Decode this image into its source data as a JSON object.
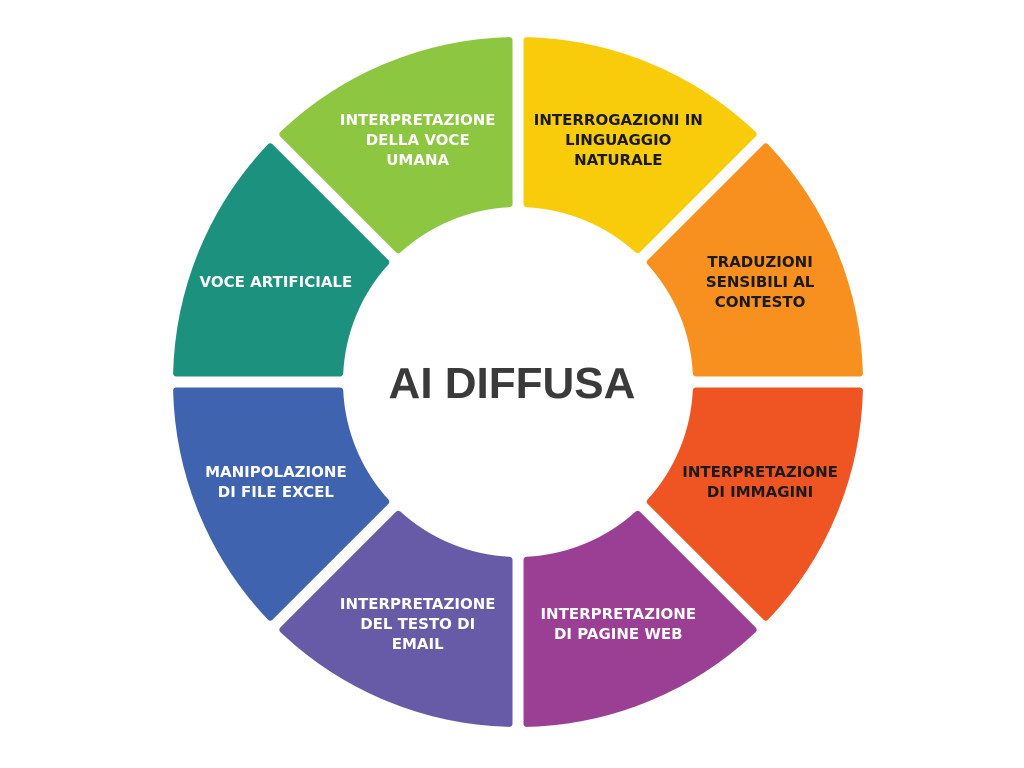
{
  "title": "AI DIFFUSA",
  "segments": [
    {
      "label": "INTERROGAZIONI IN\nLINGUAGGIO\nNATURALE",
      "color": "#F9CC0B",
      "text_color": "#1a1a1a"
    },
    {
      "label": "TRADUZIONI\nSENSIBILI AL\nCONTESTO",
      "color": "#F7901E",
      "text_color": "#1a1a1a"
    },
    {
      "label": "INTERPRETAZIONE\nDI IMMAGINI",
      "color": "#EF5523",
      "text_color": "#1a1a1a"
    },
    {
      "label": "INTERPRETAZIONE\nDI PAGINE WEB",
      "color": "#9B3F95",
      "text_color": "#ffffff"
    },
    {
      "label": "INTERPRETAZIONE\nDEL TESTO DI\nEMAIL",
      "color": "#675BA7",
      "text_color": "#ffffff"
    },
    {
      "label": "MANIPOLAZIONE\nDI FILE EXCEL",
      "color": "#3F63AF",
      "text_color": "#ffffff"
    },
    {
      "label": "VOCE ARTIFICIALE",
      "color": "#1C917E",
      "text_color": "#ffffff"
    },
    {
      "label": "INTERPRETAZIONE\nDELLA VOCE\nUMANA",
      "color": "#8DC640",
      "text_color": "#ffffff"
    }
  ]
}
